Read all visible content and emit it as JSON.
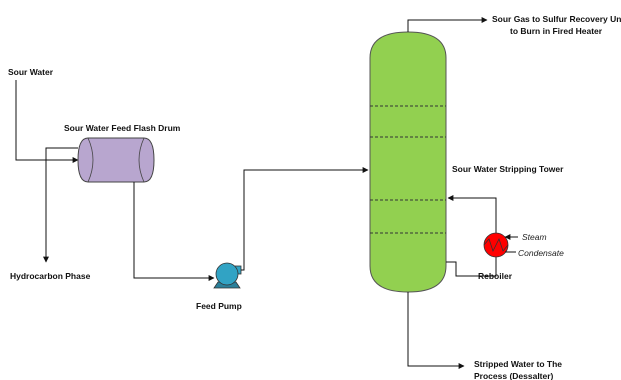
{
  "labels": {
    "sour_water": "Sour Water",
    "flash_drum": "Sour Water Feed Flash Drum",
    "hydrocarbon_phase": "Hydrocarbon Phase",
    "feed_pump": "Feed Pump",
    "sour_gas_line1": "Sour Gas to Sulfur Recovery Unit or",
    "sour_gas_line2": "to Burn in Fired Heater",
    "tower": "Sour Water Stripping Tower",
    "steam": "Steam",
    "condensate": "Condensate",
    "reboiler": "Reboiler",
    "stripped_line1": "Stripped Water to The",
    "stripped_line2": "Process (Dessalter)"
  },
  "colors": {
    "drum_fill": "#b8a6cf",
    "tower_fill": "#92d050",
    "pump_fill": "#31a3c4",
    "reboiler_fill": "#ff0000",
    "line": "#111111"
  },
  "icons": {
    "flash_drum": "horizontal-drum-icon",
    "pump": "centrifugal-pump-icon",
    "tower": "stripping-column-icon",
    "reboiler": "heat-exchanger-icon"
  }
}
